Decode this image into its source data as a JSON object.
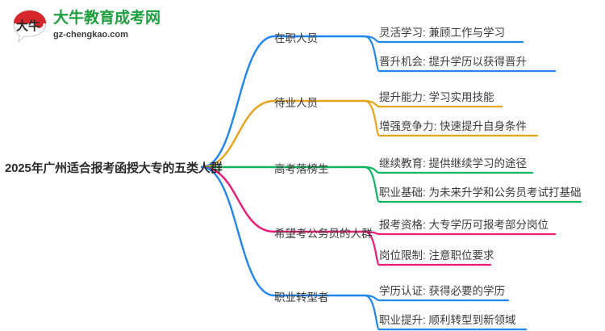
{
  "logo": {
    "mark_name": "dani-speech-bubble-logo",
    "title": "大牛教育成考网",
    "subtitle": "gz-chengkao.com",
    "title_color": "#1e9e3e",
    "mark_color": "#d6262b"
  },
  "mindmap": {
    "root": {
      "label": "2025年广州适合报考函授大专的五类人群"
    },
    "colors": {
      "blue": "#1f86ef",
      "orange": "#e8a31c",
      "green": "#0cb55e",
      "pink": "#ea1a77"
    },
    "branches": [
      {
        "label": "在职人员",
        "color": "#1f86ef",
        "children": [
          {
            "label": "灵活学习: 兼顾工作与学习"
          },
          {
            "label": "晋升机会: 提升学历以获得晋升"
          }
        ]
      },
      {
        "label": "待业人员",
        "color": "#e8a31c",
        "children": [
          {
            "label": "提升能力: 学习实用技能"
          },
          {
            "label": "增强竞争力: 快速提升自身条件"
          }
        ]
      },
      {
        "label": "高考落榜生",
        "color": "#0cb55e",
        "children": [
          {
            "label": "继续教育: 提供继续学习的途径"
          },
          {
            "label": "职业基础: 为未来升学和公务员考试打基础"
          }
        ]
      },
      {
        "label": "希望考公务员的人群",
        "color": "#ea1a77",
        "children": [
          {
            "label": "报考资格: 大专学历可报考部分岗位"
          },
          {
            "label": "岗位限制: 注意职位要求"
          }
        ]
      },
      {
        "label": "职业转型者",
        "color": "#1f86ef",
        "children": [
          {
            "label": "学历认证: 获得必要的学历"
          },
          {
            "label": "职业提升: 顺利转型到新领域"
          }
        ]
      }
    ]
  }
}
